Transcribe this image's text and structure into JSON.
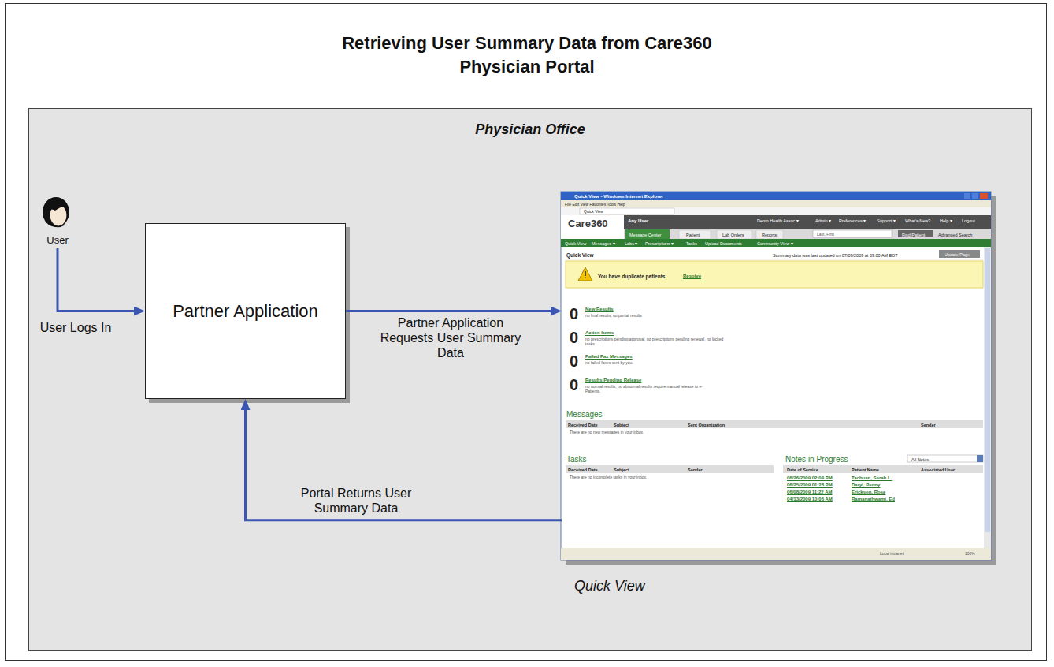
{
  "diagram": {
    "title": "Retrieving User Summary Data from Care360 Physician Portal",
    "nodes": [
      {
        "text": [
          "Physician Office"
        ]
      },
      {
        "text": [
          "User"
        ],
        "in": 0
      },
      {
        "text": [
          "Partner Application"
        ],
        "in": 0
      },
      {
        "text": [
          "Quick View"
        ],
        "in": 0
      }
    ],
    "edges": [
      {
        "from": 1,
        "to": 2,
        "arrow": "to",
        "label": "User Logs In"
      },
      {
        "from": 2,
        "to": 3,
        "arrow": "to",
        "label": "Partner Application Requests User Summary Data"
      },
      {
        "from": 3,
        "to": 2,
        "arrow": "to",
        "label": "Portal Returns User Summary Data"
      }
    ],
    "labels": [
      "Quick View - Windows Internet Explorer",
      "File Edit View Favorites Tools Help",
      "Quick View",
      "Care360",
      "Any User",
      "Demo Health Assoc ▾",
      "Admin ▾",
      "Preferences ▾",
      "Support ▾",
      "What's New?",
      "Help ▾",
      "Logout",
      "Message Center",
      "Patient",
      "Lab Orders",
      "Reports",
      "Last, First",
      "Find Patient",
      "Advanced Search",
      "Quick View",
      "Messages ▾",
      "Labs ▾",
      "Prescriptions ▾",
      "Tasks",
      "Upload Documents",
      "Community View ▾",
      "Quick View",
      "Summary data was last updated on 07/09/2009 at 09:00 AM EDT",
      "Update Page",
      "You have duplicate patients.",
      "Resolve",
      "0",
      "New Results",
      "no final results, no partial results",
      "0",
      "Action Items",
      "no prescriptions pending approval, no prescriptions pending renewal, no locked tasks",
      "0",
      "Failed Fax Messages",
      "no failed faxes sent by you.",
      "0",
      "Results Pending Release",
      "no normal results, no abnormal results require manual release to e-Patients.",
      "Messages",
      "Received Date",
      "Subject",
      "Sent Organization",
      "Sender",
      "There are no new messages in your inbox.",
      "Tasks",
      "Received Date",
      "Subject",
      "Sender",
      "There are no incomplete tasks in your inbox.",
      "Notes in Progress",
      "All Notes",
      "Date of Service",
      "Patient Name",
      "Associated User",
      "06/26/2009 02:04 PM",
      "Tachuan, Sarah L.",
      "06/25/2009 01:28 PM",
      "Daryl, Penny",
      "06/08/2009 11:22 AM",
      "Erickson, Rose",
      "04/13/2009 10:06 AM",
      "Ramanathwami, Ed",
      "Local intranet",
      "100%"
    ]
  }
}
